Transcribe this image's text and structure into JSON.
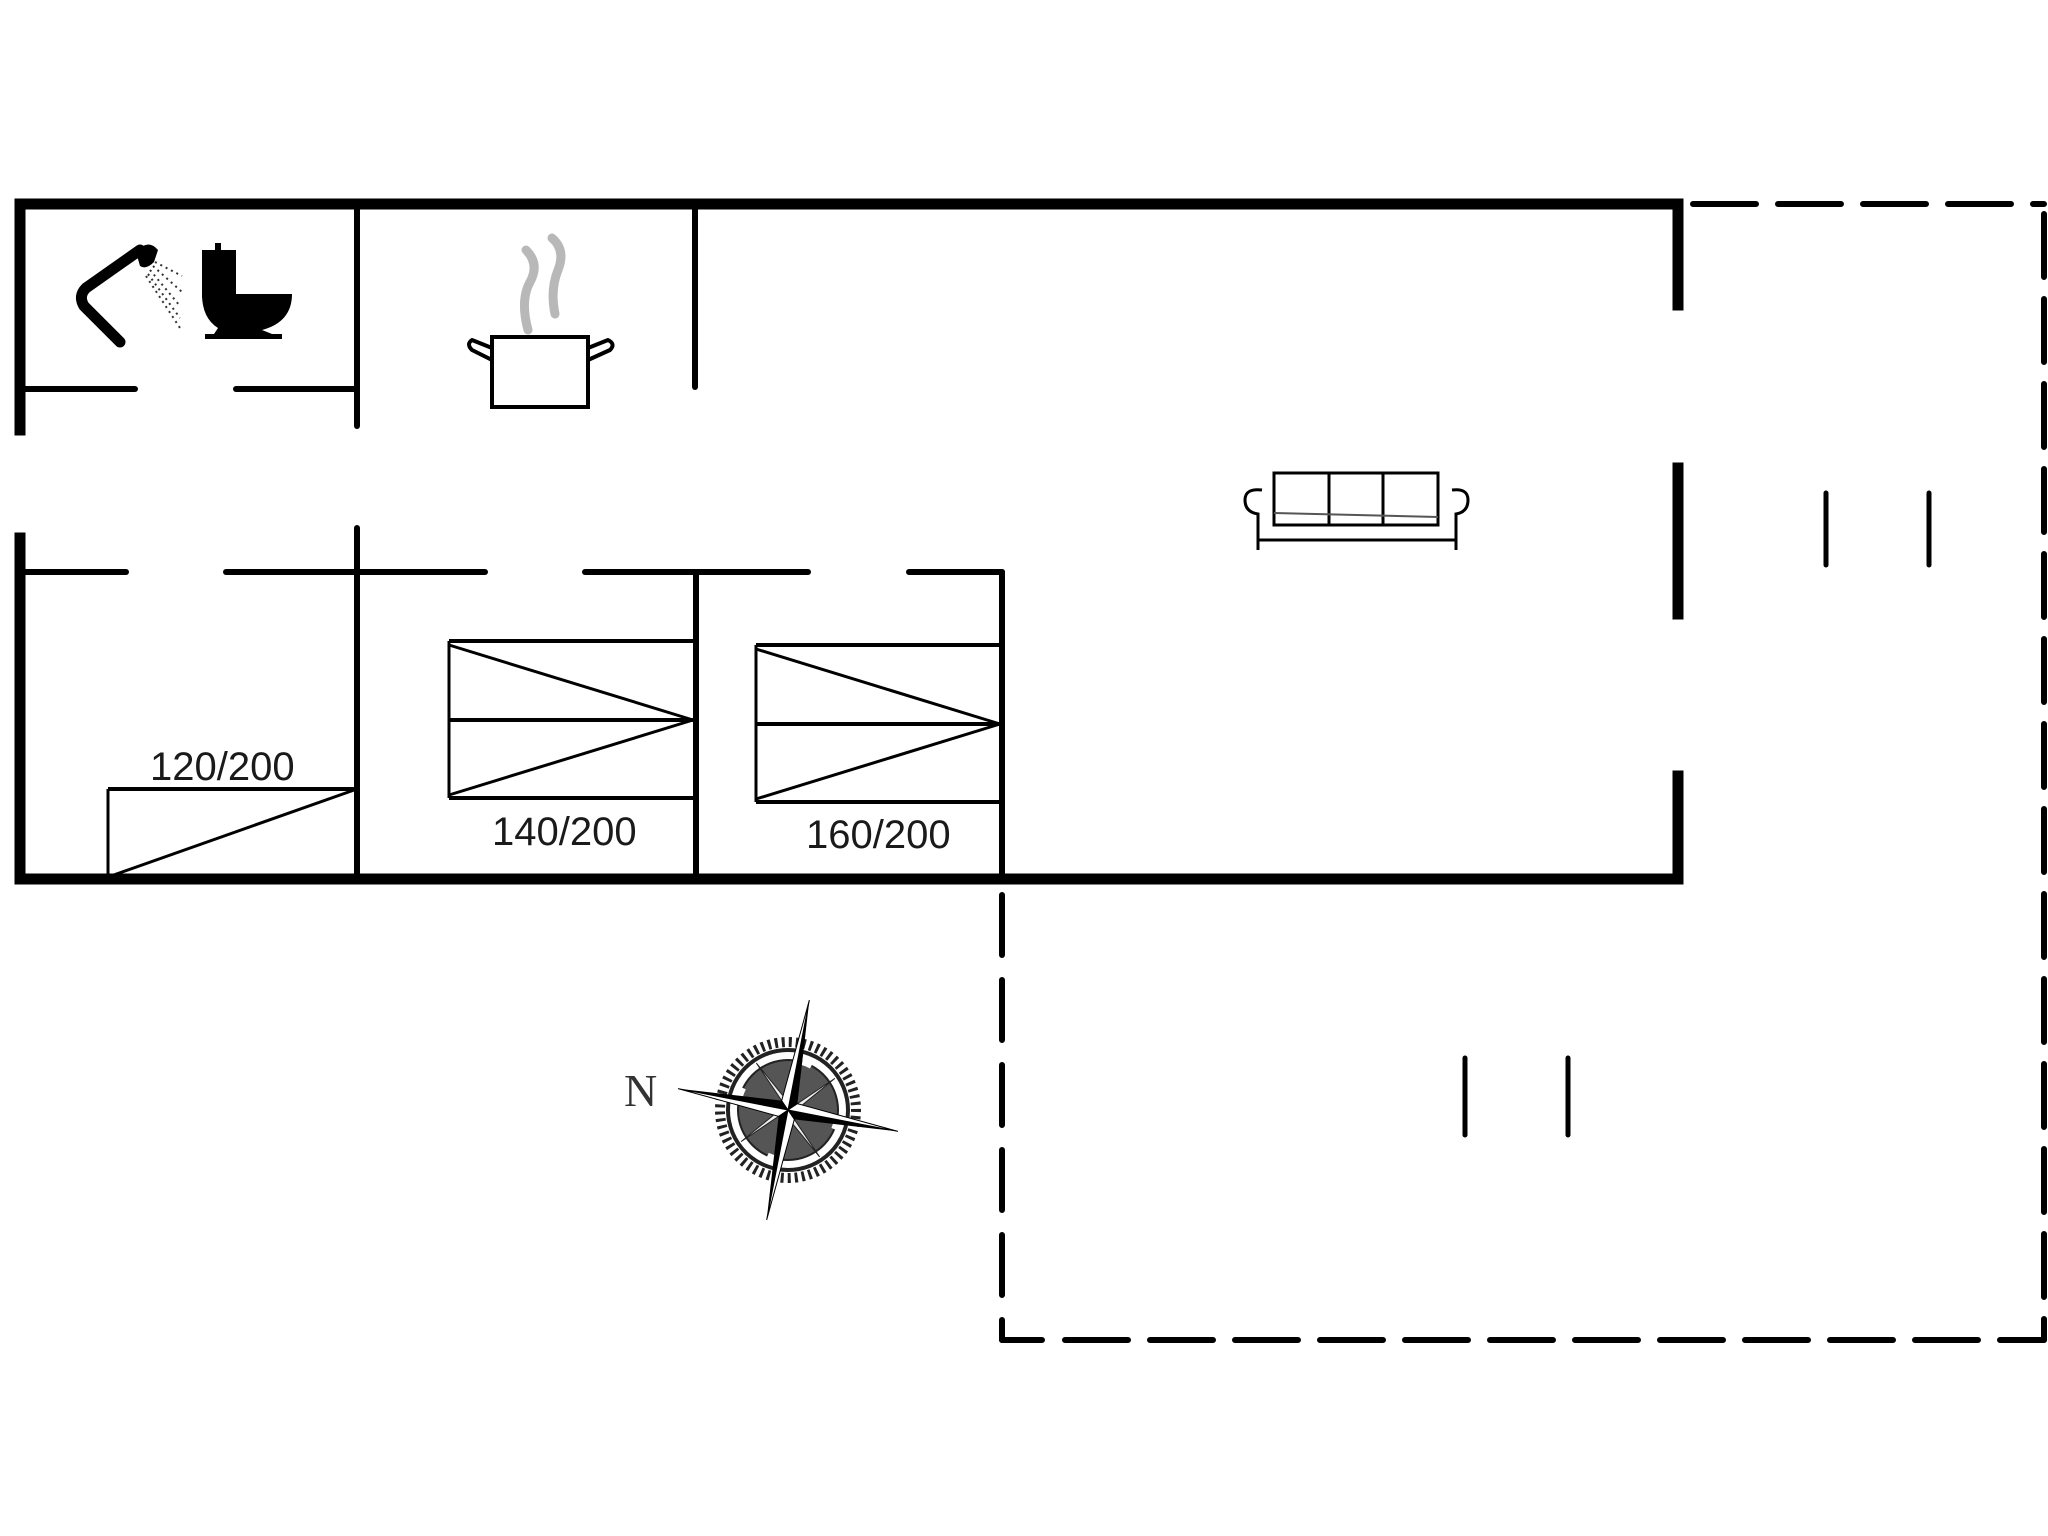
{
  "plan": {
    "type": "floor-plan",
    "rooms": [
      {
        "id": "bathroom",
        "icons": [
          "shower-icon",
          "toilet-icon"
        ]
      },
      {
        "id": "kitchen",
        "icons": [
          "cooking-pot-icon"
        ]
      },
      {
        "id": "living-room",
        "icons": [
          "sofa-icon"
        ]
      },
      {
        "id": "bedroom-1",
        "bed_label": "120/200"
      },
      {
        "id": "bedroom-2",
        "bed_label": "140/200"
      },
      {
        "id": "bedroom-3",
        "bed_label": "160/200"
      }
    ],
    "beds": [
      {
        "label": "120/200"
      },
      {
        "label": "140/200"
      },
      {
        "label": "160/200"
      }
    ],
    "compass": {
      "label": "N",
      "icon": "compass-rose-icon"
    },
    "terraces": [
      {
        "id": "terrace-east",
        "style": "dashed"
      },
      {
        "id": "terrace-south",
        "style": "dashed"
      }
    ],
    "colors": {
      "wall": "#000000",
      "steam": "#b8b8b8",
      "background": "#ffffff",
      "label": "#1a1a1a"
    }
  }
}
